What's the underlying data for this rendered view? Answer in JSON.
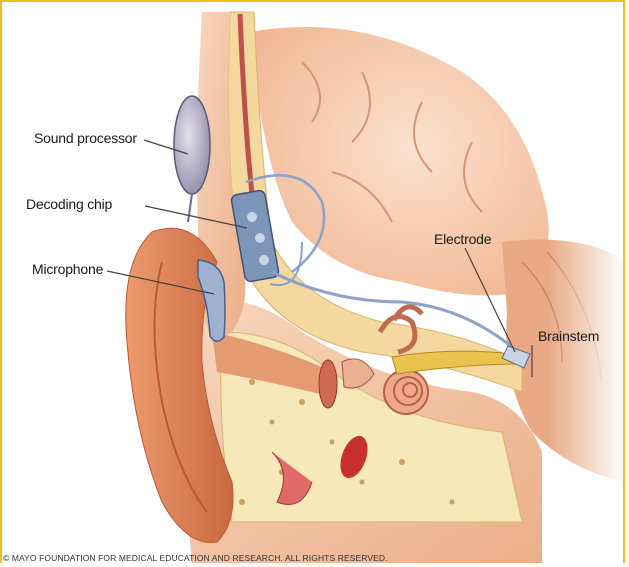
{
  "labels": {
    "sound_processor": "Sound processor",
    "decoding_chip": "Decoding chip",
    "microphone": "Microphone",
    "electrode": "Electrode",
    "brainstem": "Brainstem"
  },
  "copyright": "© MAYO FOUNDATION FOR MEDICAL EDUCATION AND RESEARCH. ALL RIGHTS RESERVED.",
  "colors": {
    "frame_border": "#f2bd1d",
    "skin": "#f3c29a",
    "ear": "#e08a5a",
    "brain": "#f6c7a8",
    "bone": "#f7e8b8",
    "nerve": "#e9c34a",
    "device": "#7d95b8"
  }
}
